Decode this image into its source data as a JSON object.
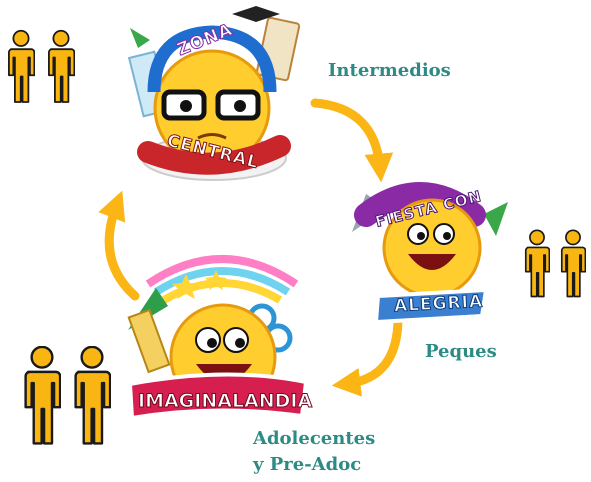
{
  "logos": {
    "zona": {
      "line1": "ZONA",
      "line2": "CENTRAL"
    },
    "fiesta": {
      "line1": "FIESTA CON",
      "line2": "ALEGRIA"
    },
    "imagina": {
      "name": "IMAGINALANDIA"
    }
  },
  "labels": {
    "intermedios": "Intermedios",
    "peques": "Peques",
    "adolescentes_1": "Adolecentes",
    "adolescentes_2": "y Pre-Adoc"
  },
  "colors": {
    "arrow": "#fbb514",
    "person": "#f9b512",
    "label": "#2e8b84",
    "emoji": "#ffcd2e"
  },
  "icons": [
    "person-pair-icon",
    "cycle-arrow-icon"
  ]
}
